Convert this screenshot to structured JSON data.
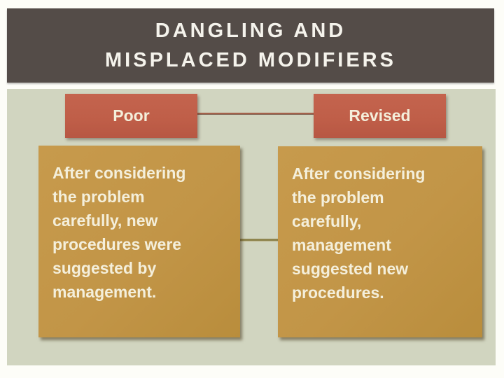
{
  "slide": {
    "title_line1": "DANGLING AND",
    "title_line2": "MISPLACED MODIFIERS",
    "columns": [
      {
        "header": "Poor",
        "sentence": "After considering the problem carefully, new procedures were suggested by management.",
        "lines": [
          "After considering",
          "the problem",
          "carefully, new",
          "procedures were",
          "suggested by",
          "management."
        ]
      },
      {
        "header": "Revised",
        "sentence": "After considering the problem carefully, management suggested new procedures.",
        "lines": [
          "After considering",
          "the problem",
          "carefully,",
          "management",
          "suggested new",
          "procedures."
        ]
      }
    ],
    "colors": {
      "band_bg": "#544c48",
      "title_color": "#f5f3ec",
      "panel_bg": "#d1d5c0",
      "accent_salmon": "#bf5e48",
      "accent_gold": "#c29547",
      "text_cream": "#f4efdb",
      "connector_red": "#a4624b",
      "connector_olive": "#8f854e"
    }
  }
}
